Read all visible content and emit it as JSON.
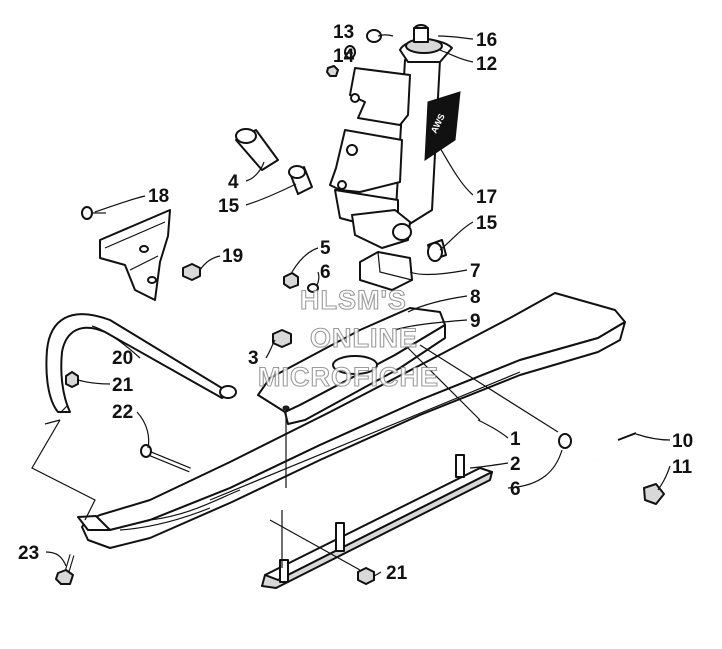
{
  "watermark": {
    "line1": "HLSM'S",
    "line2": "ONLINE",
    "line3": "MICROFICHE"
  },
  "decal_text": "AWS",
  "callouts": [
    {
      "id": "c1",
      "label": "1"
    },
    {
      "id": "c2",
      "label": "2"
    },
    {
      "id": "c3",
      "label": "3"
    },
    {
      "id": "c4",
      "label": "4"
    },
    {
      "id": "c5",
      "label": "5"
    },
    {
      "id": "c6a",
      "label": "6"
    },
    {
      "id": "c6b",
      "label": "6"
    },
    {
      "id": "c7",
      "label": "7"
    },
    {
      "id": "c8",
      "label": "8"
    },
    {
      "id": "c9",
      "label": "9"
    },
    {
      "id": "c10",
      "label": "10"
    },
    {
      "id": "c11",
      "label": "11"
    },
    {
      "id": "c12",
      "label": "12"
    },
    {
      "id": "c13",
      "label": "13"
    },
    {
      "id": "c14",
      "label": "14"
    },
    {
      "id": "c15a",
      "label": "15"
    },
    {
      "id": "c15b",
      "label": "15"
    },
    {
      "id": "c16",
      "label": "16"
    },
    {
      "id": "c17",
      "label": "17"
    },
    {
      "id": "c18",
      "label": "18"
    },
    {
      "id": "c19",
      "label": "19"
    },
    {
      "id": "c20",
      "label": "20"
    },
    {
      "id": "c21a",
      "label": "21"
    },
    {
      "id": "c21b",
      "label": "21"
    },
    {
      "id": "c22",
      "label": "22"
    },
    {
      "id": "c23",
      "label": "23"
    }
  ]
}
